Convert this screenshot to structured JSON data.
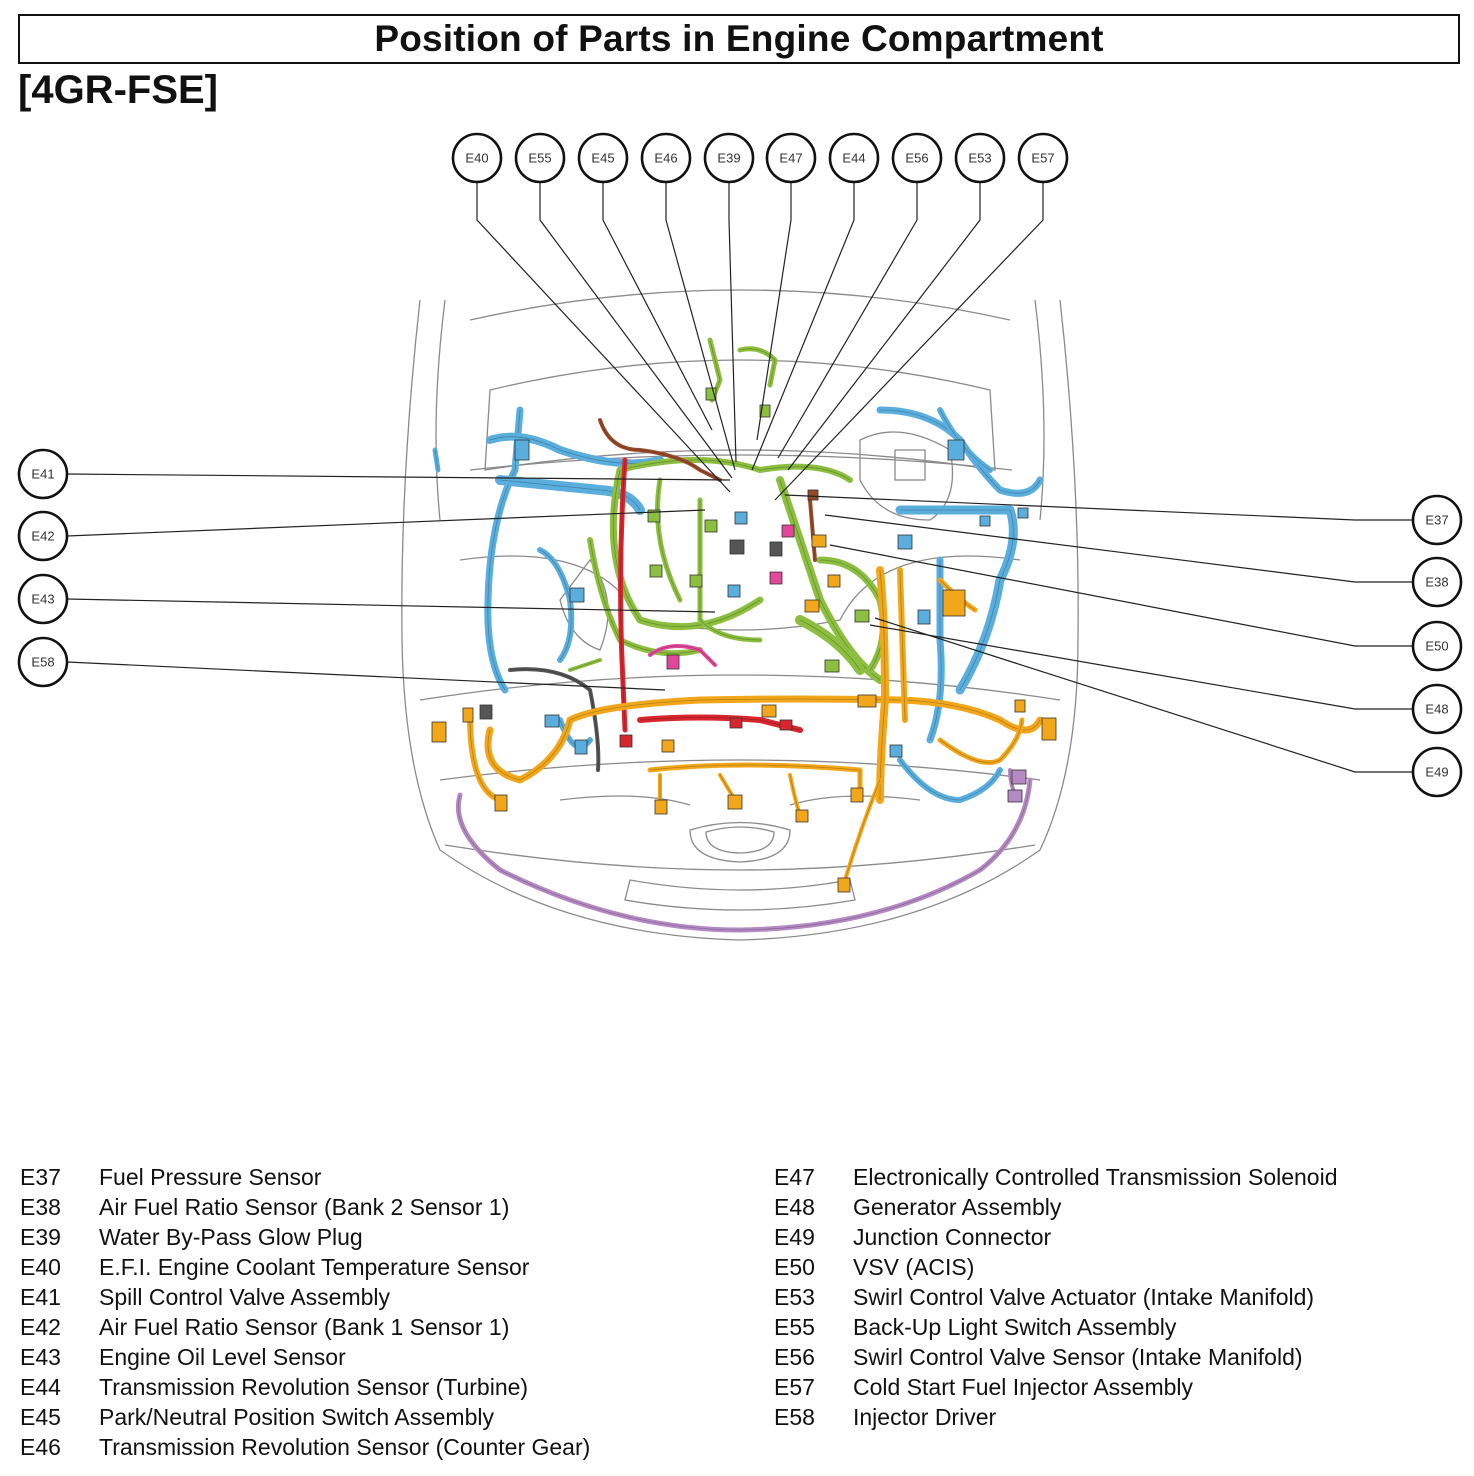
{
  "title": "Position of Parts in Engine Compartment",
  "subtitle": "[4GR-FSE]",
  "callouts_top": [
    "E40",
    "E55",
    "E45",
    "E46",
    "E39",
    "E47",
    "E44",
    "E56",
    "E53",
    "E57"
  ],
  "callouts_left": [
    "E41",
    "E42",
    "E43",
    "E58"
  ],
  "callouts_right": [
    "E37",
    "E38",
    "E50",
    "E48",
    "E49"
  ],
  "harness_colors": {
    "outline": "#8a8a8a",
    "green": "#8cbf3f",
    "blue": "#5aaede",
    "orange": "#f2a71b",
    "red": "#d8262e",
    "brown": "#9a4a2a",
    "purple": "#b58ac4",
    "pink": "#e2479a",
    "gray": "#555555"
  },
  "legend_left": [
    {
      "code": "E37",
      "name": "Fuel Pressure Sensor"
    },
    {
      "code": "E38",
      "name": "Air Fuel Ratio Sensor (Bank 2 Sensor 1)"
    },
    {
      "code": "E39",
      "name": "Water By-Pass Glow Plug"
    },
    {
      "code": "E40",
      "name": "E.F.I. Engine Coolant Temperature Sensor"
    },
    {
      "code": "E41",
      "name": "Spill Control Valve Assembly"
    },
    {
      "code": "E42",
      "name": "Air Fuel Ratio Sensor (Bank 1 Sensor 1)"
    },
    {
      "code": "E43",
      "name": "Engine Oil Level Sensor"
    },
    {
      "code": "E44",
      "name": "Transmission Revolution Sensor (Turbine)"
    },
    {
      "code": "E45",
      "name": "Park/Neutral Position Switch Assembly"
    },
    {
      "code": "E46",
      "name": "Transmission Revolution Sensor (Counter Gear)"
    }
  ],
  "legend_right": [
    {
      "code": "E47",
      "name": "Electronically Controlled Transmission Solenoid"
    },
    {
      "code": "E48",
      "name": "Generator Assembly"
    },
    {
      "code": "E49",
      "name": "Junction Connector"
    },
    {
      "code": "E50",
      "name": "VSV (ACIS)"
    },
    {
      "code": "E53",
      "name": "Swirl Control Valve Actuator (Intake Manifold)"
    },
    {
      "code": "E55",
      "name": "Back-Up Light Switch Assembly"
    },
    {
      "code": "E56",
      "name": "Swirl Control Valve Sensor (Intake Manifold)"
    },
    {
      "code": "E57",
      "name": "Cold Start Fuel Injector Assembly"
    },
    {
      "code": "E58",
      "name": "Injector Driver"
    }
  ]
}
